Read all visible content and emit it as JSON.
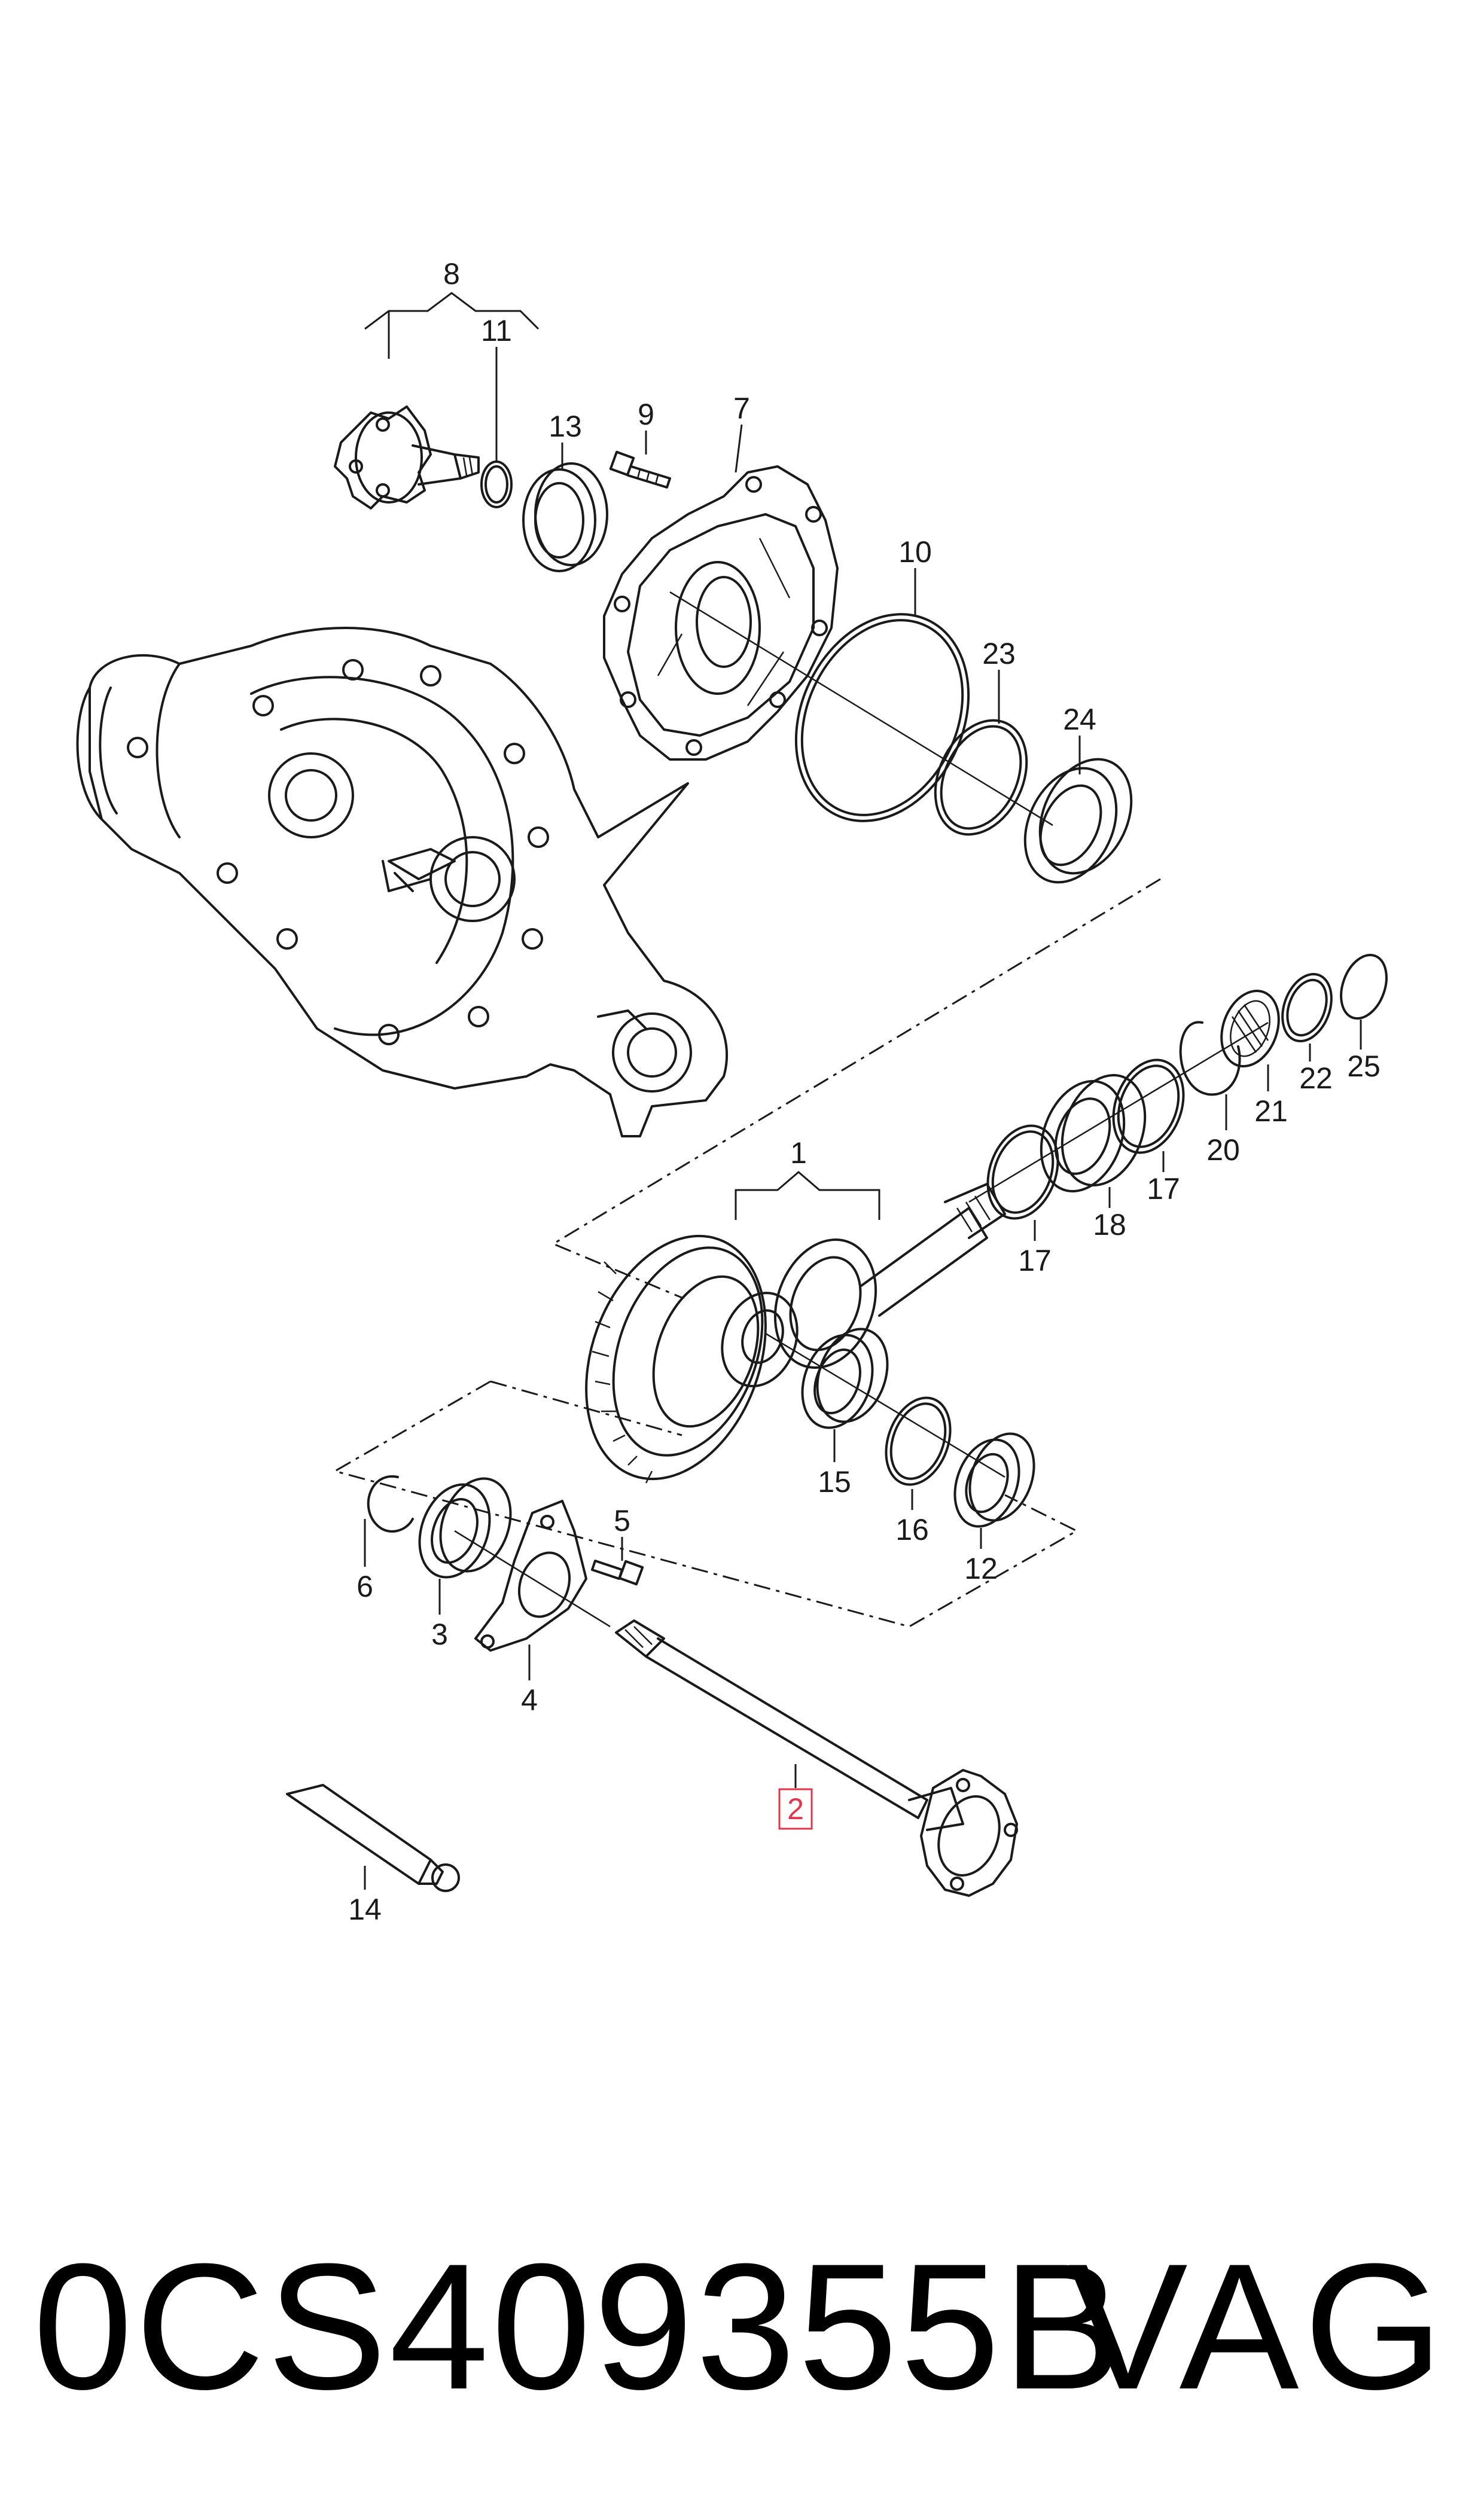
{
  "diagram": {
    "callouts": {
      "c1": "1",
      "c2": "2",
      "c3": "3",
      "c4": "4",
      "c5": "5",
      "c6": "6",
      "c7": "7",
      "c8": "8",
      "c9": "9",
      "c10": "10",
      "c11": "11",
      "c12": "12",
      "c13": "13",
      "c14": "14",
      "c15": "15",
      "c16": "16",
      "c17a": "17",
      "c17b": "17",
      "c18": "18",
      "c20": "20",
      "c21": "21",
      "c22": "22",
      "c23": "23",
      "c24": "24",
      "c25": "25"
    },
    "highlighted_callout": "2",
    "highlight_color": "#e0354a",
    "line_color": "#1a1a1a"
  },
  "footer": {
    "part_number": "0CS409355B",
    "brand": "VAG"
  }
}
